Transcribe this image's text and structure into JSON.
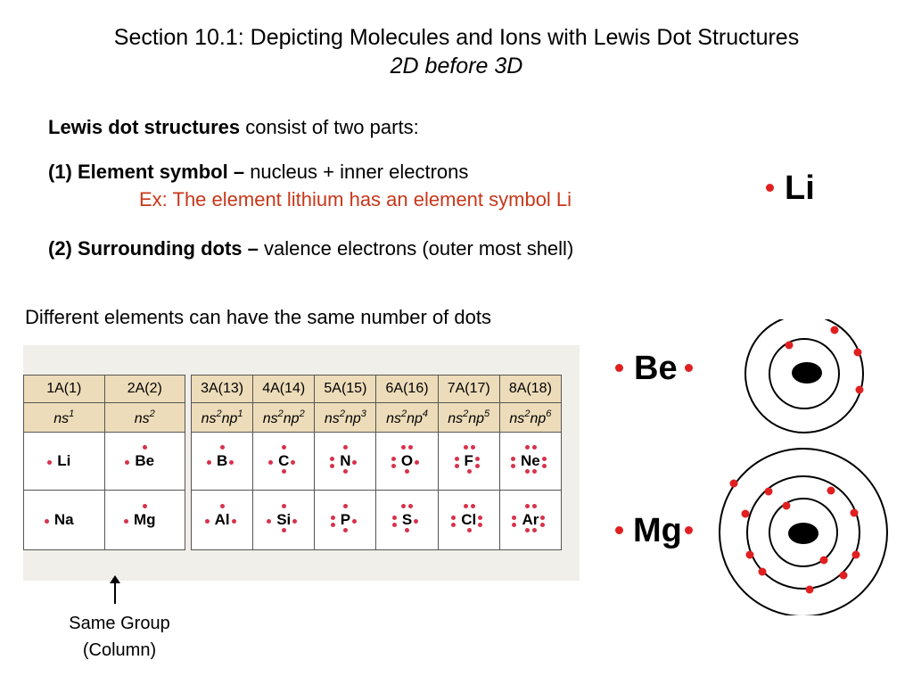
{
  "title": {
    "main": "Section 10.1:  Depicting Molecules and Ions with Lewis Dot Structures",
    "subtitle": "2D before 3D"
  },
  "intro": {
    "bold": "Lewis dot structures",
    "rest": " consist of two parts:"
  },
  "part1": {
    "bold": "(1) Element symbol –",
    "rest": " nucleus + inner electrons",
    "example": "Ex: The element lithium has an element symbol Li"
  },
  "part2": {
    "bold": "(2) Surrounding dots –",
    "rest": " valence electrons (outer most shell)"
  },
  "caption": "Different elements can have the same number of dots",
  "symbols": {
    "li": "Li",
    "be": "Be",
    "mg": "Mg"
  },
  "table": {
    "groups_left": [
      "1A(1)",
      "2A(2)"
    ],
    "groups_right": [
      "3A(13)",
      "4A(14)",
      "5A(15)",
      "6A(16)",
      "7A(17)",
      "8A(18)"
    ],
    "ns_left": [
      {
        "b": "ns",
        "s": "1"
      },
      {
        "b": "ns",
        "s": "2"
      }
    ],
    "ns_right": [
      {
        "a": "ns",
        "as": "2",
        "b": "np",
        "bs": "1"
      },
      {
        "a": "ns",
        "as": "2",
        "b": "np",
        "bs": "2"
      },
      {
        "a": "ns",
        "as": "2",
        "b": "np",
        "bs": "3"
      },
      {
        "a": "ns",
        "as": "2",
        "b": "np",
        "bs": "4"
      },
      {
        "a": "ns",
        "as": "2",
        "b": "np",
        "bs": "5"
      },
      {
        "a": "ns",
        "as": "2",
        "b": "np",
        "bs": "6"
      }
    ],
    "row1_left": [
      "Li",
      "Be"
    ],
    "row1_right": [
      "B",
      "C",
      "N",
      "O",
      "F",
      "Ne"
    ],
    "row2_left": [
      "Na",
      "Mg"
    ],
    "row2_right": [
      "Al",
      "Si",
      "P",
      "S",
      "Cl",
      "Ar"
    ],
    "valence_counts_right": [
      3,
      4,
      5,
      6,
      7,
      8
    ],
    "valence_counts_left": [
      1,
      2
    ]
  },
  "group_label": {
    "line1": "Same Group",
    "line2": "(Column)"
  },
  "colors": {
    "dot": "#e02020",
    "example_text": "#c8371a",
    "table_header": "#eddcb9",
    "nucleus": "#000000"
  }
}
